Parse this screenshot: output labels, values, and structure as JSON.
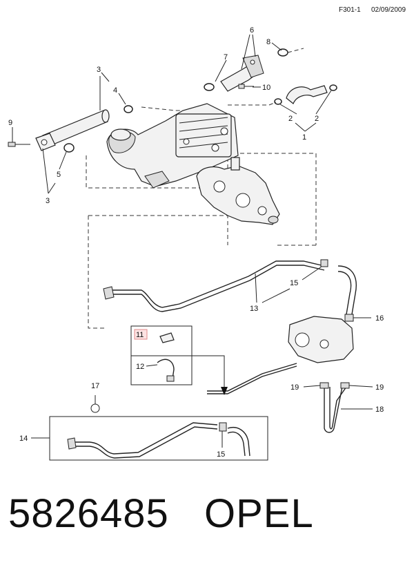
{
  "header": {
    "code": "F301-1",
    "date": "02/09/2009"
  },
  "footer": {
    "part_number": "5826485",
    "brand": "OPEL"
  },
  "diagram": {
    "highlight_color": "#fde3e3",
    "callouts": {
      "c1": "1",
      "c2a": "2",
      "c2b": "2",
      "c3a": "3",
      "c3b": "3",
      "c4": "4",
      "c5": "5",
      "c6": "6",
      "c7": "7",
      "c8": "8",
      "c9": "9",
      "c10": "10",
      "c11": "11",
      "c12": "12",
      "c13": "13",
      "c14": "14",
      "c15a": "15",
      "c15b": "15",
      "c16": "16",
      "c17": "17",
      "c18": "18",
      "c19a": "19",
      "c19b": "19"
    }
  }
}
